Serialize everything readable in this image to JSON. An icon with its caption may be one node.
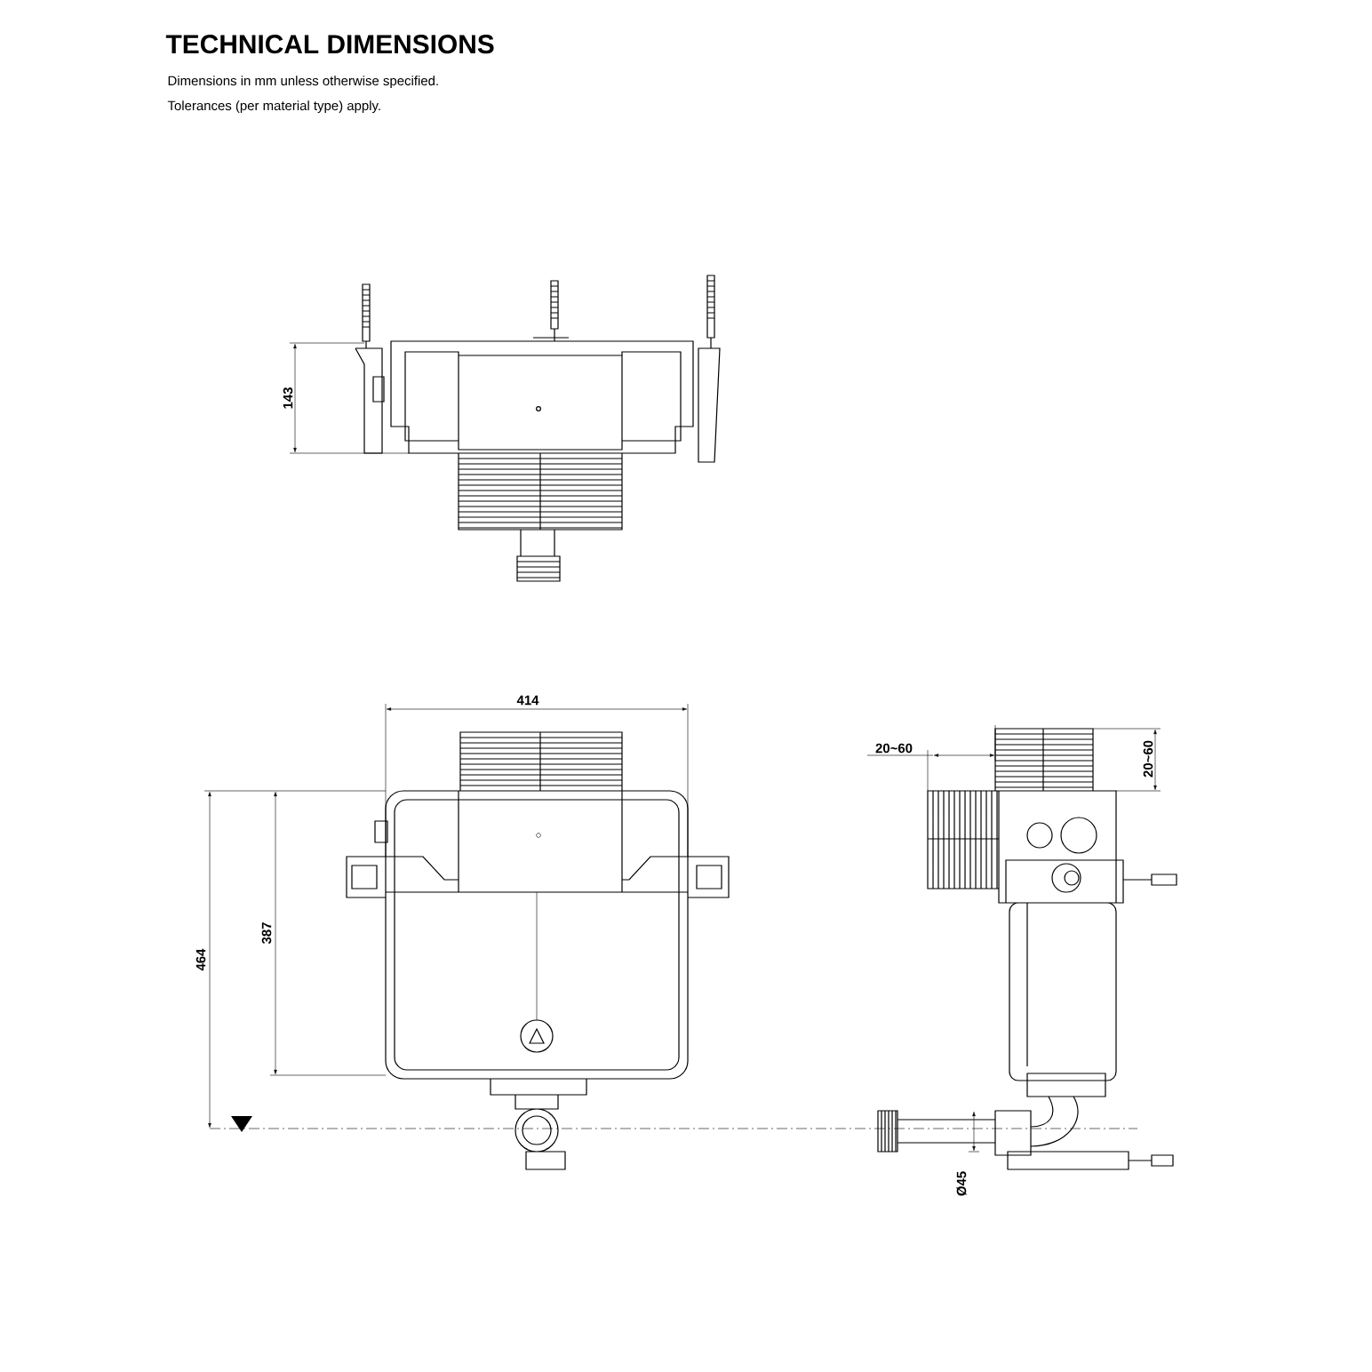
{
  "diagram": {
    "title": "TECHNICAL DIMENSIONS",
    "labels": [
      "Dimensions in mm unless otherwise specified.",
      "Tolerances (per material type) apply.",
      "143",
      "414",
      "20~60",
      "20~60",
      "464",
      "387",
      "Ø45"
    ]
  }
}
